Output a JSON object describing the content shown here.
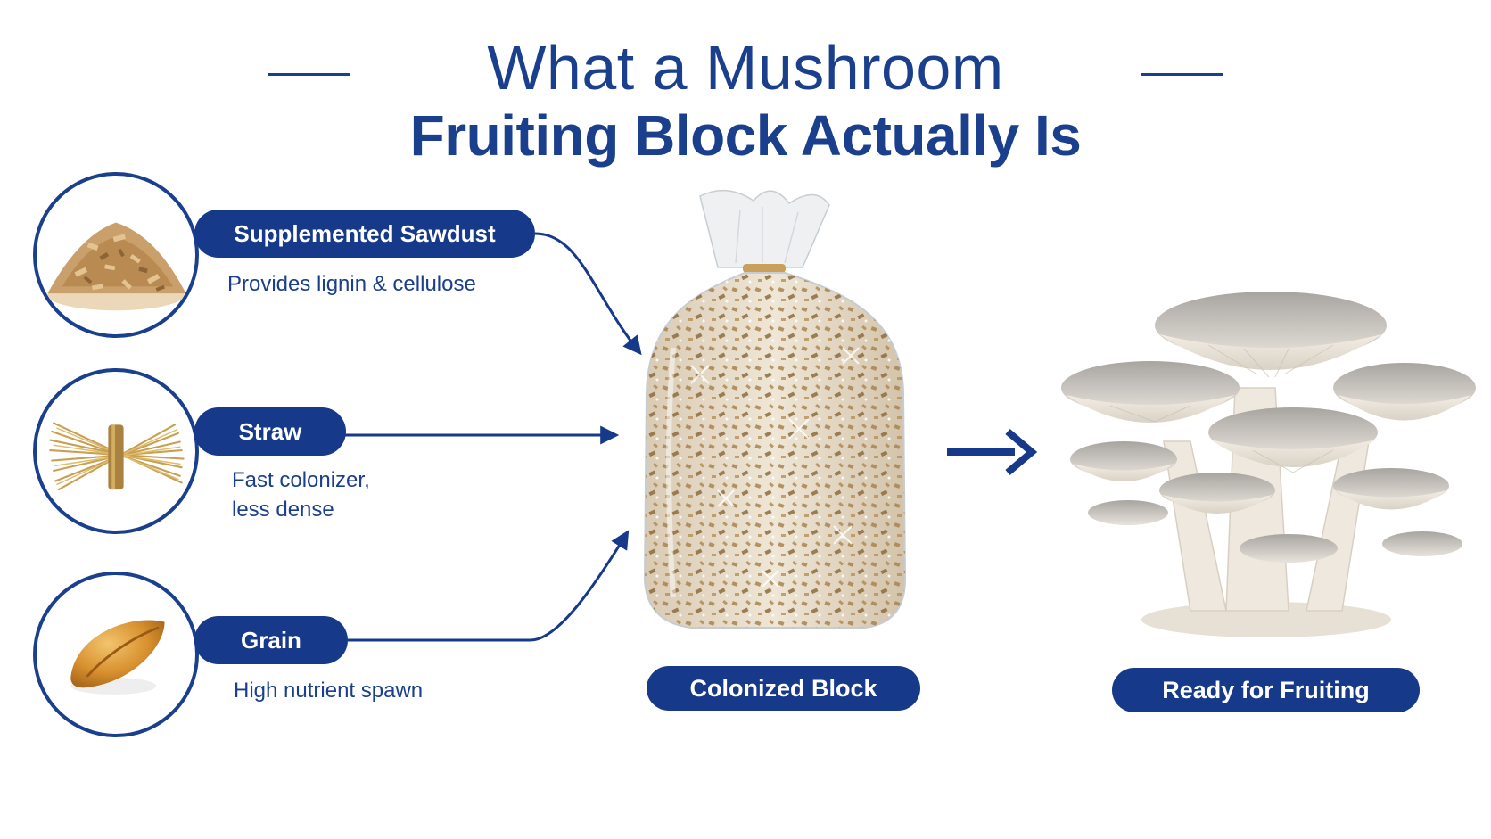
{
  "title": {
    "line1": "What a Mushroom",
    "line2": "Fruiting Block Actually Is"
  },
  "ingredients": [
    {
      "name": "Supplemented Sawdust",
      "description": "Provides lignin & cellulose",
      "icon": "sawdust-pile-icon"
    },
    {
      "name": "Straw",
      "description_line1": "Fast colonizer,",
      "description_line2": "less dense",
      "icon": "straw-bundle-icon"
    },
    {
      "name": "Grain",
      "description": "High nutrient spawn",
      "icon": "grain-kernel-icon"
    }
  ],
  "stages": [
    {
      "label": "Colonized Block",
      "icon": "colonized-bag-icon"
    },
    {
      "label": "Ready for Fruiting",
      "icon": "oyster-mushroom-cluster-icon"
    }
  ],
  "colors": {
    "primary": "#16398a",
    "text": "#1a3f8c",
    "background": "#ffffff"
  }
}
